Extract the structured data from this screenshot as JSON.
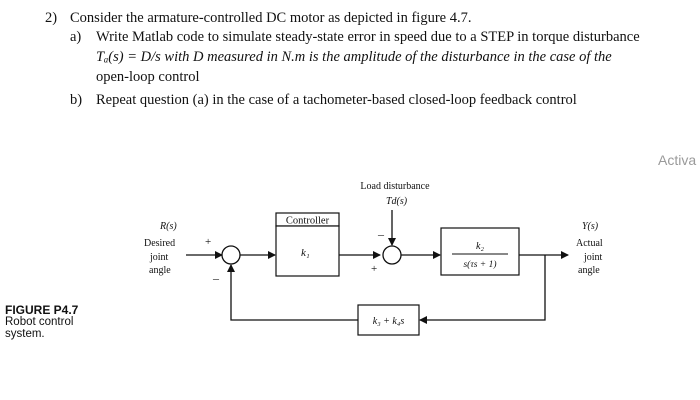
{
  "question": {
    "number": "2)",
    "stem": "Consider the armature-controlled DC motor as depicted in figure 4.7.",
    "part_a": {
      "label": "a)",
      "line1": "Write Matlab code to simulate steady-state error in speed due to a STEP in torque disturbance",
      "line2": "Tₐ(s) = D/s with D measured in N.m is the amplitude of the disturbance in the case of the",
      "line3": "open-loop control"
    },
    "part_b": {
      "label": "b)",
      "text": "Repeat question (a) in the case of a tachometer-based closed-loop feedback control"
    }
  },
  "watermark": "Activa",
  "figure": {
    "caption_title": "FIGURE P4.7",
    "caption_line1": "Robot control",
    "caption_line2": "system.",
    "input_signal": "R(s)",
    "input_desc1": "Desired",
    "input_desc2": "joint",
    "input_desc3": "angle",
    "output_signal": "Y(s)",
    "output_desc1": "Actual",
    "output_desc2": "joint",
    "output_desc3": "angle",
    "disturbance_title": "Load disturbance",
    "disturbance_signal": "Td(s)",
    "controller_title": "Controller",
    "controller_gain": "k₁",
    "plant_numerator": "k₂",
    "plant_denominator": "s(τs + 1)",
    "feedback_gain": "k₃ + k₄s",
    "sign_plus_ref": "+",
    "sign_minus_fb": "–",
    "sign_minus_dist": "–",
    "sign_plus_ctrl": "+"
  }
}
